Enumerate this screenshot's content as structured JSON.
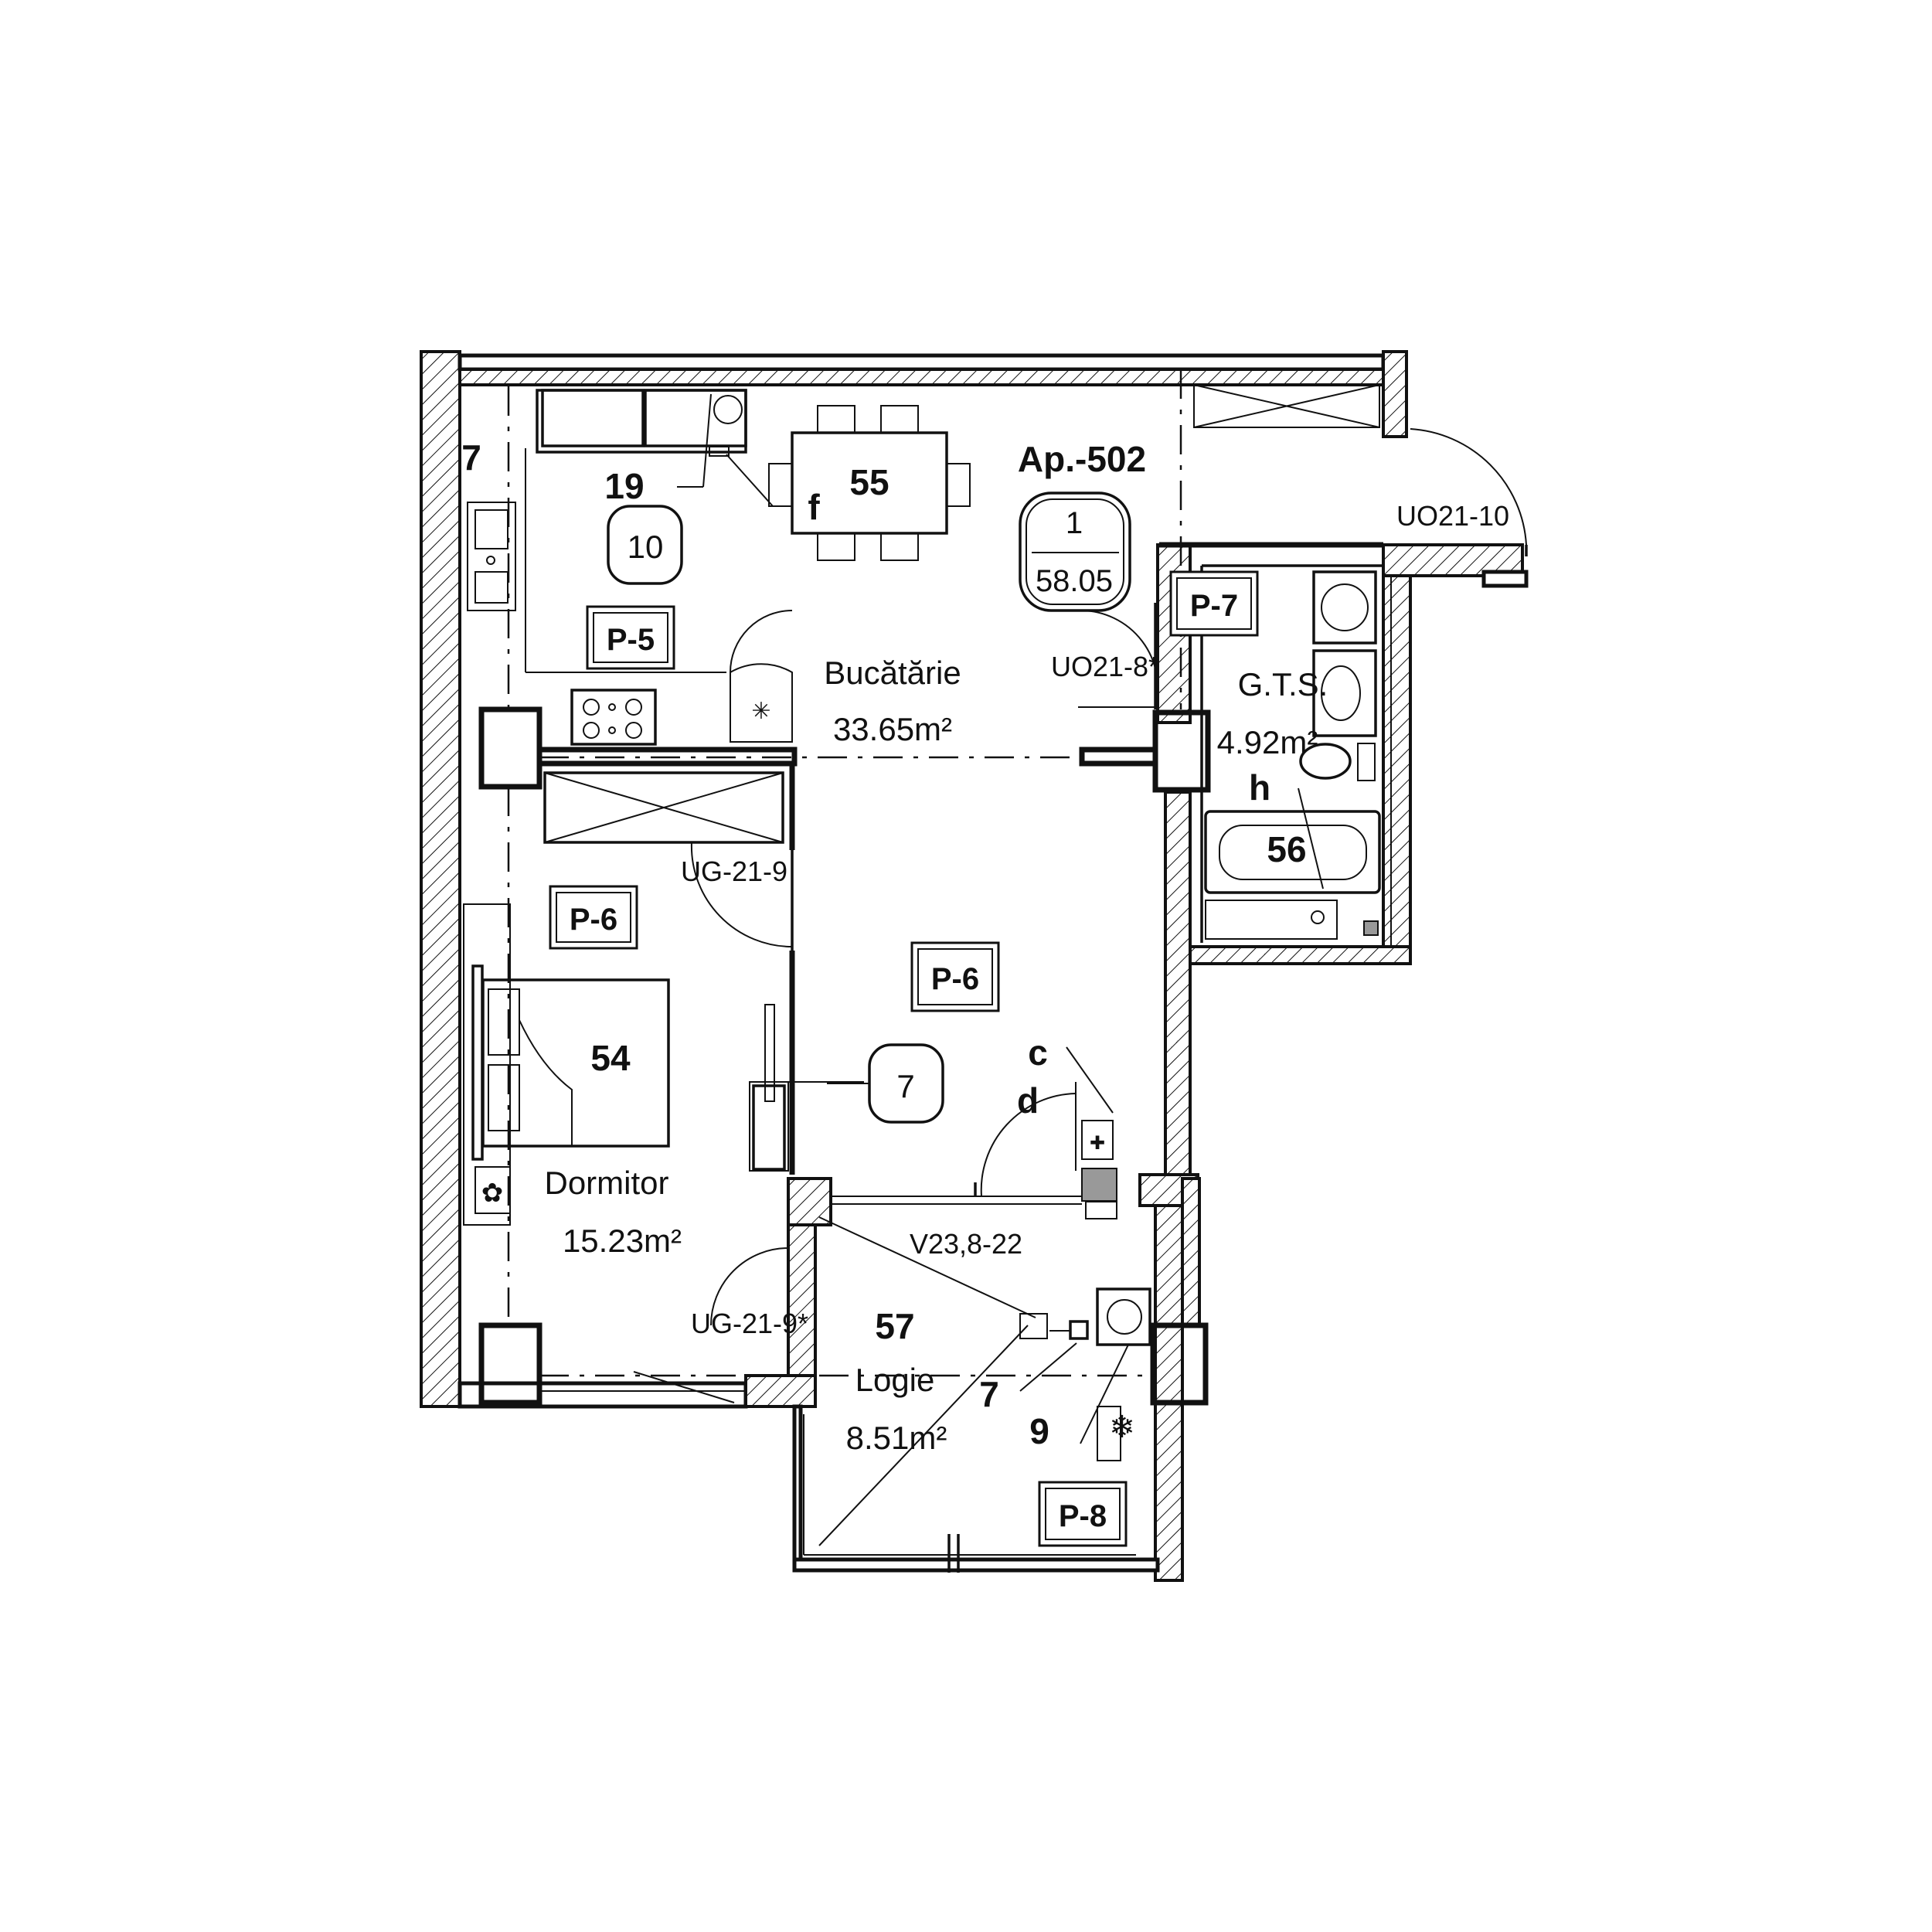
{
  "apartment": {
    "title": "Ap.-502",
    "rooms_count": "1",
    "total_area": "58.05"
  },
  "rooms": {
    "kitchen": {
      "name": "Bucătărie",
      "area": "33.65m²",
      "number": "55"
    },
    "bedroom": {
      "name": "Dormitor",
      "area": "15.23m²",
      "number": "54"
    },
    "bathroom": {
      "name": "G.T.S.",
      "area": "4.92m²",
      "number": "56"
    },
    "loggia": {
      "name": "Logie",
      "area": "8.51m²",
      "number": "57"
    }
  },
  "panels": {
    "kitchen": "P-5",
    "hall": "P-6",
    "bedroom": "P-6",
    "bathroom": "P-7",
    "loggia": "P-8"
  },
  "doors": {
    "entrance": "UO21-10",
    "bathroom": "UO21-8*",
    "bedroom": "UG-21-9",
    "loggia": "UG-21-9*"
  },
  "windows": {
    "loggia": "V23,8-22"
  },
  "markers": {
    "kitchen_circle": "10",
    "hall_circle": "7",
    "riser_left": "7",
    "riser_loggia": "7",
    "kitchen_item": "19",
    "kitchen_note": "f",
    "bath_note": "h",
    "hall_note_c": "c",
    "hall_note_d": "d",
    "loggia_item": "9"
  }
}
